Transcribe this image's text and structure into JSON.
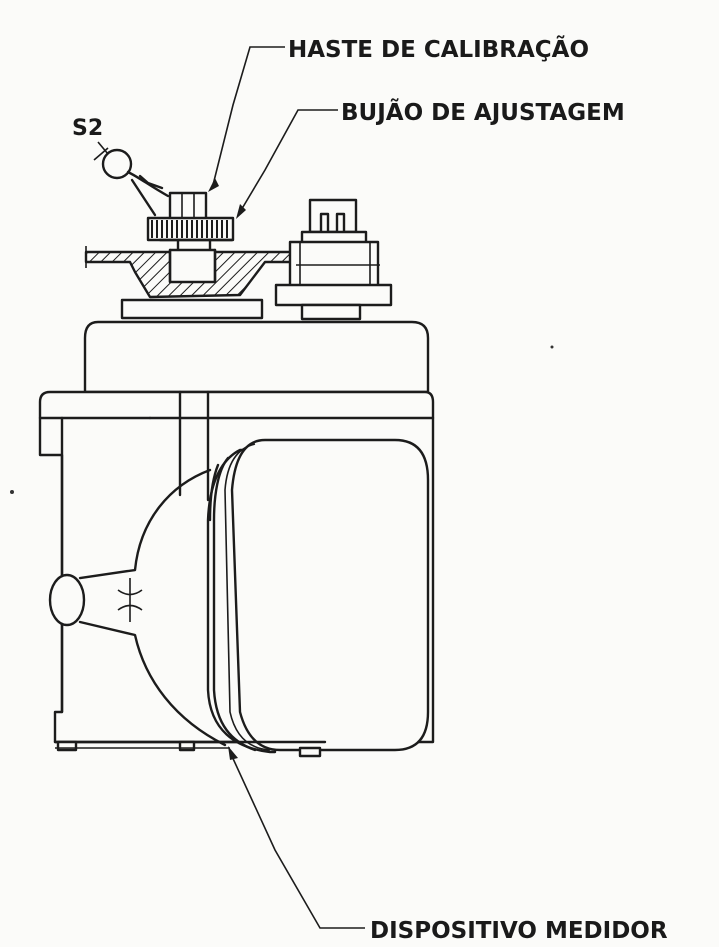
{
  "labels": {
    "haste": "HASTE DE CALIBRAÇÃO",
    "bujao": "BUJÃO DE AJUSTAGEM",
    "s2": "S2",
    "dispositivo": "DISPOSITIVO MEDIDOR"
  },
  "colors": {
    "paper": "#fbfbf9",
    "ink": "#1c1c1c"
  }
}
